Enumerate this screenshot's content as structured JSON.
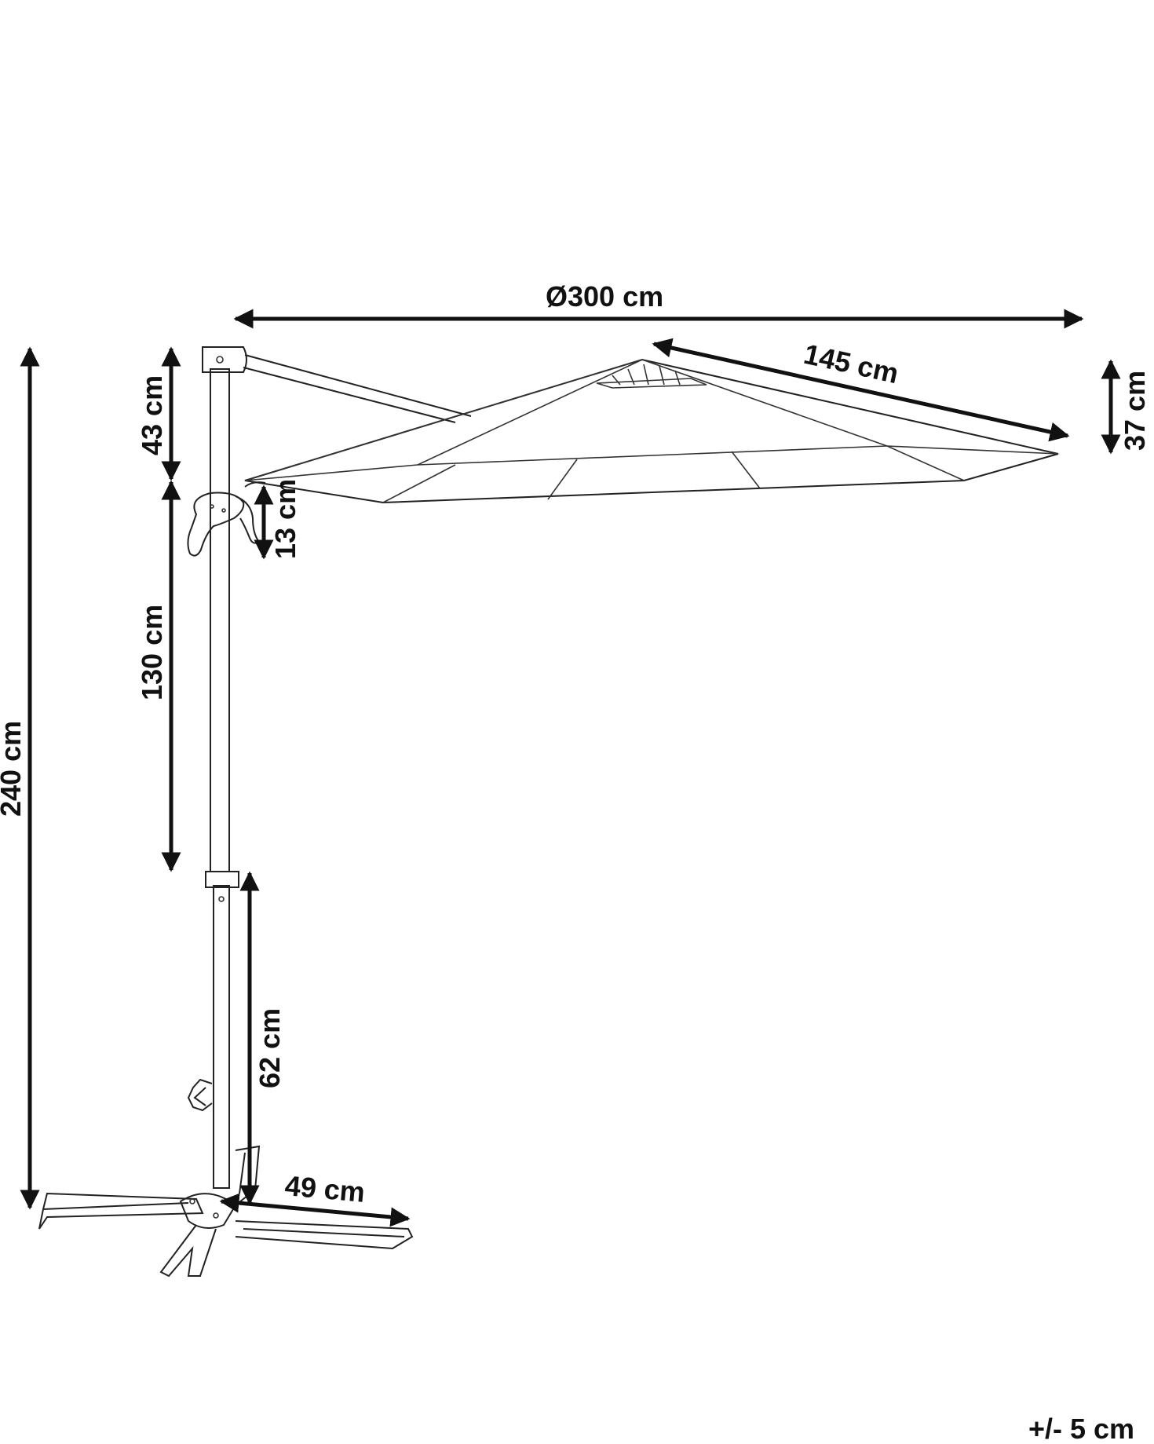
{
  "dimensions": {
    "canopy_diameter": "Ø300 cm",
    "rib_length": "145 cm",
    "canopy_height": "37 cm",
    "crank_clearance": "43 cm",
    "crank_size": "13 cm",
    "upper_pole": "130 cm",
    "total_height": "240 cm",
    "lower_pole": "62 cm",
    "base_width": "49 cm"
  },
  "tolerance": "+/- 5 cm"
}
